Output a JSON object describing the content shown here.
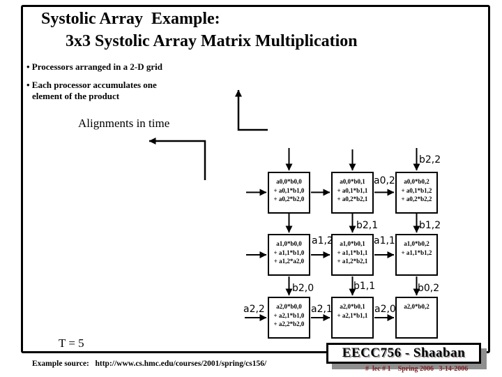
{
  "slide": {
    "title_line1": "Systolic Array  Example:",
    "title_line2": "3x3 Systolic Array Matrix Multiplication",
    "bullet1": "• Processors arranged in a 2-D grid",
    "bullet2_line1": "• Each processor accumulates one",
    "bullet2_line2": "element of the product",
    "alignments_label": "Alignments in time",
    "t_label": "T = 5",
    "source_label": "Example source:   http://www.cs.hmc.edu/courses/2001/spring/cs156/"
  },
  "footer": {
    "course_banner": "EECC756 - Shaaban",
    "lec_info": "#  lec # 1    Spring 2006   3-14-2006"
  },
  "colors": {
    "text": "#000000",
    "lec_info_text": "#7d1f1f",
    "banner_shadow": "#8f8f8f",
    "background": "#ffffff"
  },
  "diagram": {
    "processors": [
      {
        "lines": [
          "a0,0*b0,0",
          "+ a0,1*b1,0",
          "+ a0,2*b2,0"
        ]
      },
      {
        "lines": [
          "a0,0*b0,1",
          "+ a0,1*b1,1",
          "+ a0,2*b2,1"
        ]
      },
      {
        "lines": [
          "a0,0*b0,2",
          "+ a0,1*b1,2",
          "+ a0,2*b2,2"
        ]
      },
      {
        "lines": [
          "a1,0*b0,0",
          "+ a1,1*b1,0",
          "+ a1,2*a2,0"
        ]
      },
      {
        "lines": [
          "a1,0*b0,1",
          "+ a1,1*b1,1",
          "+ a1,2*b2,1"
        ]
      },
      {
        "lines": [
          "a1,0*b0,2",
          "+ a1,1*b1,2"
        ]
      },
      {
        "lines": [
          "a2,0*b0,0",
          "+ a2,1*b1,0",
          "+ a2,2*b2,0"
        ]
      },
      {
        "lines": [
          "a2,0*b0,1",
          "+ a2,1*b1,1"
        ]
      },
      {
        "lines": [
          "a2,0*b0,2"
        ]
      }
    ],
    "flow_labels": {
      "b2_2": "b2,2",
      "a0_2": "a0,2",
      "b2_1": "b2,1",
      "b1_2": "b1,2",
      "a1_2": "a1,2",
      "a1_1": "a1,1",
      "b2_0": "b2,0",
      "b1_1": "b1,1",
      "b0_2": "b0,2",
      "a2_2": "a2,2",
      "a2_1": "a2,1",
      "a2_0": "a2,0"
    }
  }
}
